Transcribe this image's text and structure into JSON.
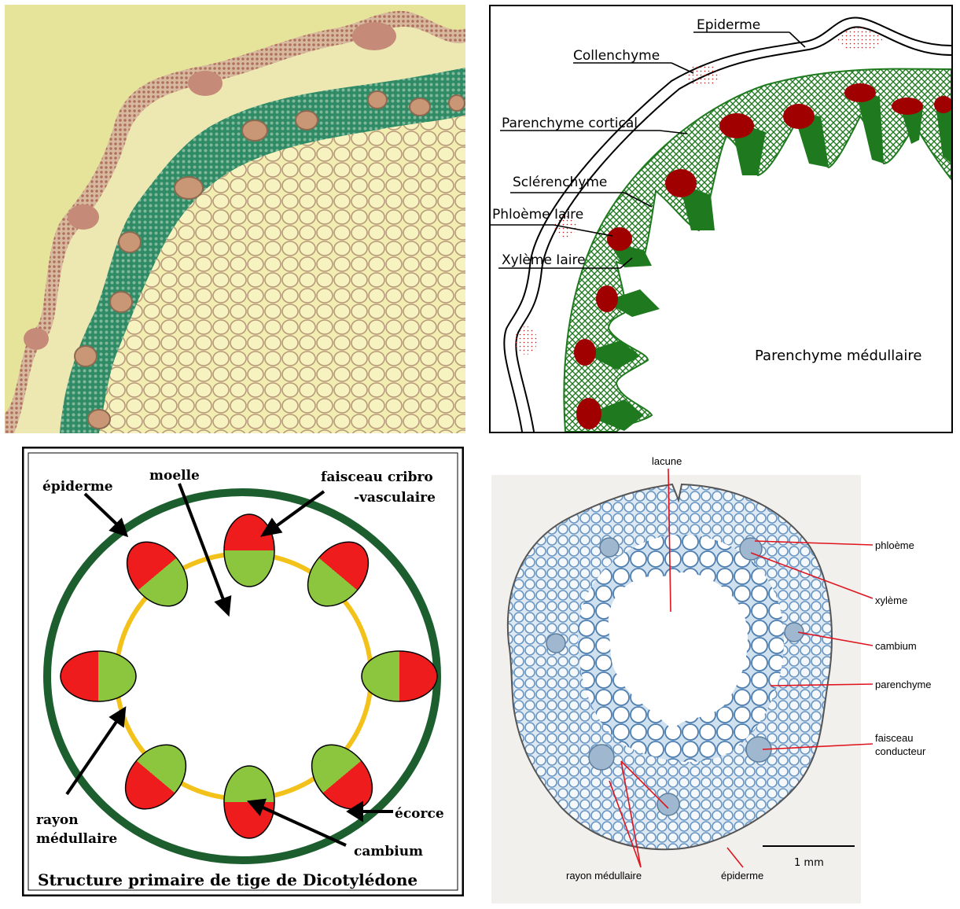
{
  "panel2": {
    "labels": {
      "epiderme": "Epiderme",
      "collenchyme": "Collenchyme",
      "parenchyme_cortical": "Parenchyme cortical",
      "sclerenchyme": "Sclérenchyme",
      "phloeme": "Phloème Iaire",
      "xyleme": "Xylème Iaire",
      "parenchyme_medullaire": "Parenchyme médullaire"
    }
  },
  "panel3": {
    "labels": {
      "epiderme": "épiderme",
      "moelle": "moelle",
      "faisceau_1": "faisceau cribro",
      "faisceau_2": "-vasculaire",
      "rayon_1": "rayon",
      "rayon_2": "médullaire",
      "ecorce": "écorce",
      "cambium": "cambium"
    },
    "caption": "Structure primaire de tige de Dicotylédone"
  },
  "panel4": {
    "labels": {
      "lacune": "lacune",
      "phloeme": "phloème",
      "xyleme": "xylème",
      "cambium": "cambium",
      "parenchyme": "parenchyme",
      "faisceau_1": "faisceau",
      "faisceau_2": "conducteur",
      "rayon": "rayon médullaire",
      "epiderme": "épiderme",
      "scale": "1 mm"
    }
  },
  "colors": {
    "photo_bg": "#e6e39a",
    "sclerenchyma_green": "#2f8a66",
    "diagram_green": "#1f7a1f",
    "phloem_red": "#a00000",
    "bundle_red": "#ee1c1c",
    "bundle_green": "#8cc63f",
    "cambium_yellow": "#f2c21b",
    "ring_green": "#1d5e2e",
    "stain_blue": "#6a97c4",
    "pointer_red": "#e0141e"
  }
}
